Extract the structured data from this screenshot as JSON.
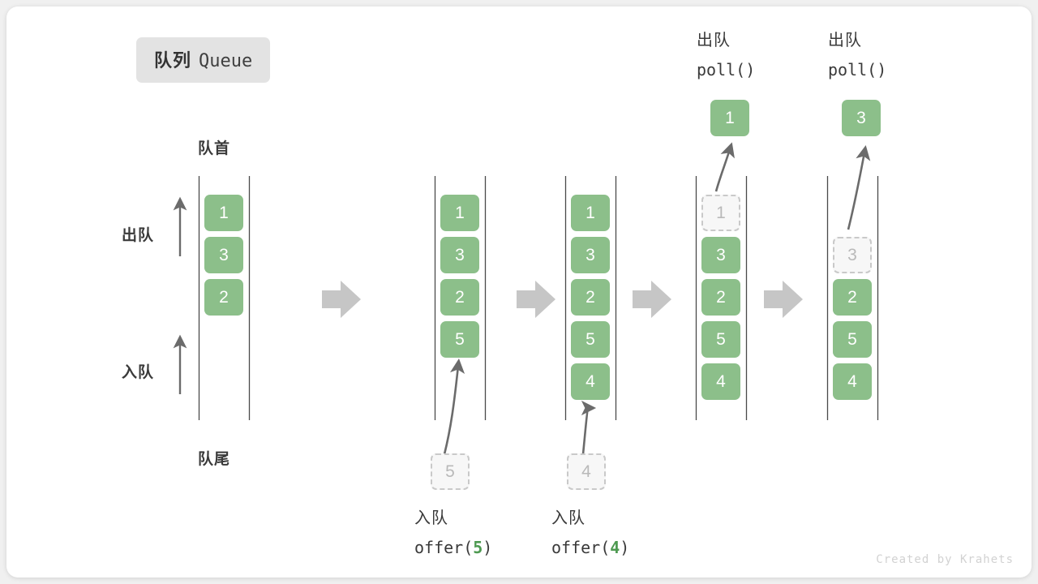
{
  "title": {
    "cn": "队列",
    "en": "Queue"
  },
  "labels": {
    "head": "队首",
    "tail": "队尾",
    "dequeue_side": "出队",
    "enqueue_side": "入队"
  },
  "footer": "Created by Krahets",
  "colors": {
    "item_fill": "#8cbf8a",
    "item_text": "#ffffff",
    "ghost_fill": "#f7f7f7",
    "ghost_border": "#c9c9c9",
    "ghost_text": "#b9b9b9",
    "rail": "#4a4a4a",
    "arrow": "#c6c6c6",
    "curve_arrow": "#6b6b6b",
    "accent_code": "#4e9a51",
    "text": "#3a3a3a",
    "badge_bg": "#e3e3e3"
  },
  "operations": [
    {
      "cn": "入队",
      "fn_prefix": "offer(",
      "value": "5",
      "fn_suffix": ")"
    },
    {
      "cn": "入队",
      "fn_prefix": "offer(",
      "value": "4",
      "fn_suffix": ")"
    },
    {
      "cn": "出队",
      "fn_prefix": "poll(",
      "value": "",
      "fn_suffix": ")"
    },
    {
      "cn": "出队",
      "fn_prefix": "poll(",
      "value": "",
      "fn_suffix": ")"
    }
  ],
  "stages": [
    {
      "name": "initial",
      "items": [
        "1",
        "3",
        "2"
      ],
      "ghost_index": null,
      "popped": null,
      "incoming": null
    },
    {
      "name": "after-offer-5",
      "items": [
        "1",
        "3",
        "2",
        "5"
      ],
      "ghost_index": null,
      "popped": null,
      "incoming": "5"
    },
    {
      "name": "after-offer-4",
      "items": [
        "1",
        "3",
        "2",
        "5",
        "4"
      ],
      "ghost_index": null,
      "popped": null,
      "incoming": "4"
    },
    {
      "name": "after-poll-1",
      "items": [
        "1",
        "3",
        "2",
        "5",
        "4"
      ],
      "ghost_index": 0,
      "popped": "1",
      "incoming": null
    },
    {
      "name": "after-poll-3",
      "items": [
        "",
        "3",
        "2",
        "5",
        "4"
      ],
      "ghost_index": 1,
      "popped": "3",
      "incoming": null
    }
  ],
  "transition_arrows": 4
}
